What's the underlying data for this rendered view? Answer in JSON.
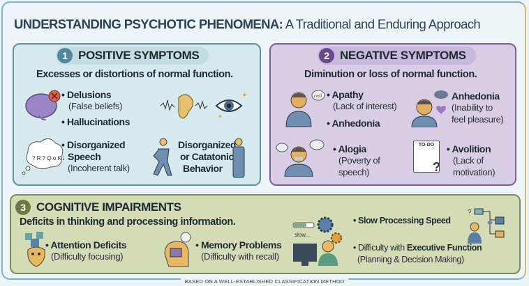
{
  "title": {
    "bold": "UNDERSTANDING PSYCHOTIC PHENOMENA:",
    "rest": " A Traditional and Enduring Approach"
  },
  "positive": {
    "number": "1",
    "heading": "POSITIVE SYMPTOMS",
    "subtitle": "Excesses or distortions of normal function.",
    "items": [
      {
        "label": "• Delusions",
        "desc": "(False beliefs)"
      },
      {
        "label": "• Hallucinations"
      },
      {
        "label1": "• Disorganized",
        "label2": "Speech",
        "desc": "(Incoherent talk)"
      },
      {
        "label1": "Disorganized",
        "label2": "or Catatonic",
        "label3": "Behavior"
      }
    ],
    "bubble_letters": "? R ? Q o K Z F"
  },
  "negative": {
    "number": "2",
    "heading": "NEGATIVE SYMPTOMS",
    "subtitle": "Diminution or loss of normal function.",
    "items": [
      {
        "label": "• Apathy",
        "desc": "(Lack of interest)"
      },
      {
        "label": "• Anhedonia"
      },
      {
        "label": "Anhedonia",
        "desc1": "(Inability to",
        "desc2": "feel pleasure)"
      },
      {
        "label": "• Alogia",
        "desc1": "(Poverty of",
        "desc2": "speech)"
      },
      {
        "label": "• Avolition",
        "desc1": "(Lack of",
        "desc2": "motivation)"
      }
    ],
    "null_bubble": "null",
    "todo": "TO-DO"
  },
  "cognitive": {
    "number": "3",
    "heading": "COGNITIVE IMPAIRMENTS",
    "subtitle": "Deficits in thinking and processing information.",
    "items": [
      {
        "label": "• Attention Deficits",
        "desc": "(Difficulty focusing)"
      },
      {
        "label": "• Memory Problems",
        "desc": "(Difficulty with recall)"
      },
      {
        "label": "• Slow Processing Speed"
      },
      {
        "label_pre": "• Difficulty with ",
        "label_bold": "Executive Function",
        "desc": "(Planning & Decision Making)"
      }
    ],
    "slow_label": "slow..."
  },
  "footer": "BASED ON A WELL-ESTABLISHED CLASSIFICATION METHOD",
  "colors": {
    "positive": "#5f93a4",
    "negative": "#7b5f99",
    "cognitive": "#7e8b56",
    "title": "#2b4257"
  }
}
